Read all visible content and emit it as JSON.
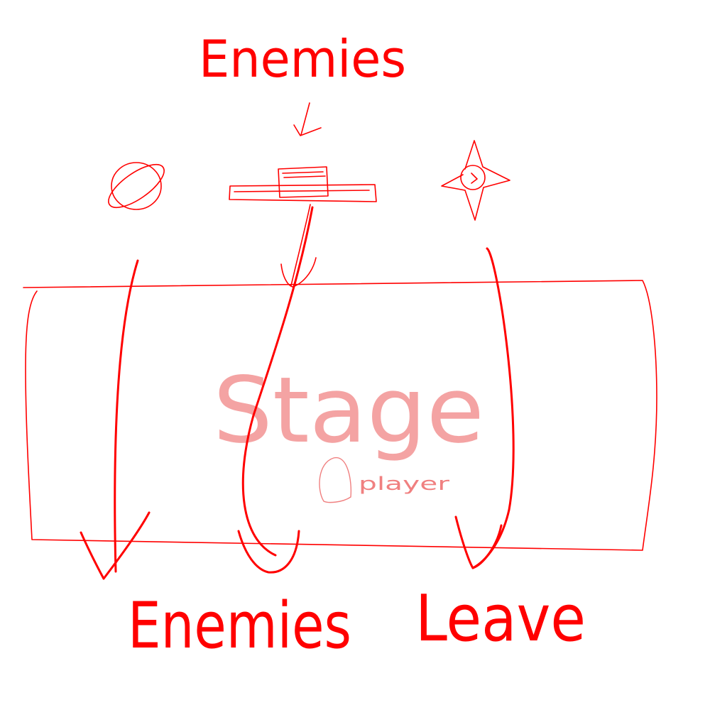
{
  "diagram": {
    "top_label": "Enemies",
    "stage_label": "Stage",
    "player_label": "player",
    "bottom_label_left": "Enemies",
    "bottom_label_right": "Leave"
  },
  "enemies": [
    {
      "icon": "planet-icon"
    },
    {
      "icon": "bar-icon"
    },
    {
      "icon": "star-icon"
    }
  ],
  "colors": {
    "ink": "#ff0000",
    "stage_label": "#f4a3a3",
    "player": "#f08080",
    "background": "#ffffff"
  }
}
